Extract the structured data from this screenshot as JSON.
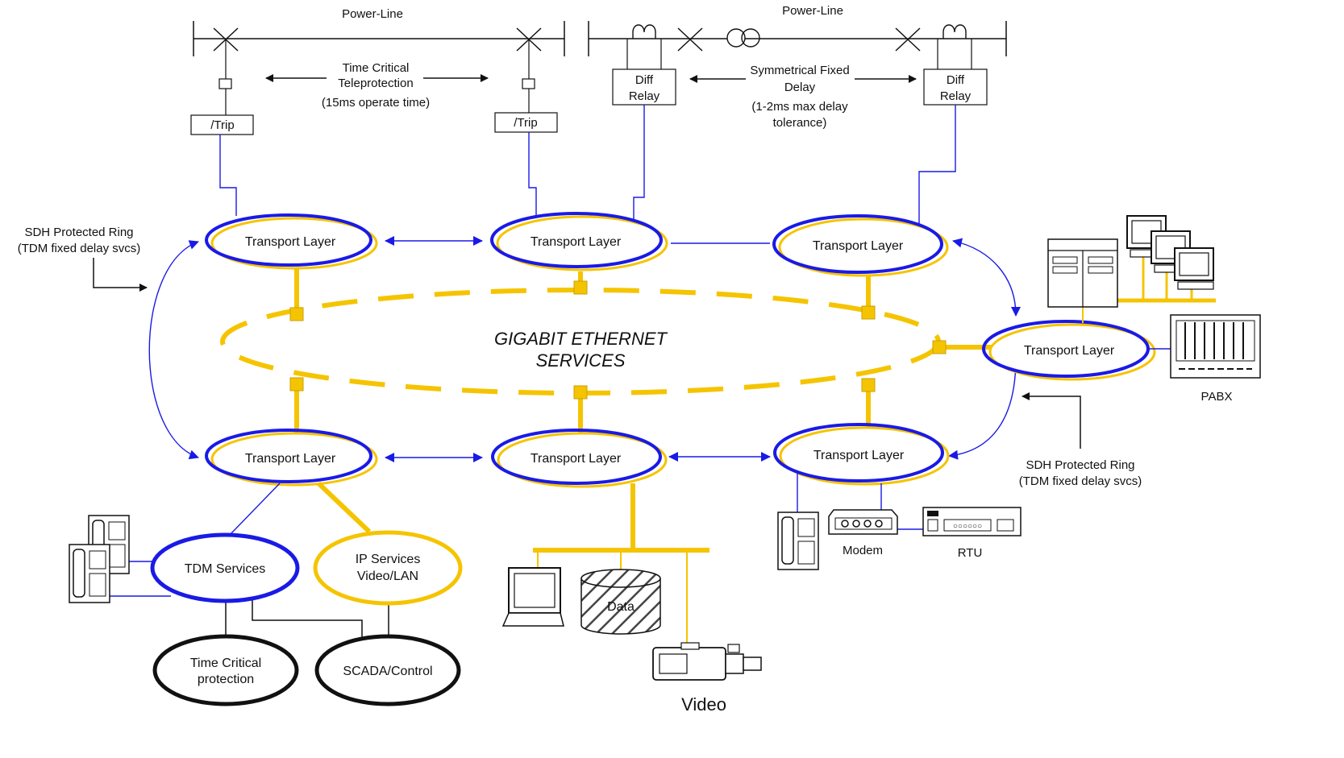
{
  "colors": {
    "blue": "#1a1ae6",
    "gold": "#f5c400",
    "black": "#111111",
    "gray": "#bfbfbf"
  },
  "power_line": {
    "left_label": "Power-Line",
    "right_label": "Power-Line"
  },
  "teleprotection": {
    "line1": "Time Critical",
    "line2": "Teleprotection",
    "line3": "(15ms operate time)",
    "trip_left": "/Trip",
    "trip_right": "/Trip"
  },
  "differential": {
    "line1": "Symmetrical Fixed",
    "line2": "Delay",
    "line3": "(1-2ms max delay",
    "line4": "tolerance)",
    "relay_left_1": "Diff",
    "relay_left_2": "Relay",
    "relay_right_1": "Diff",
    "relay_right_2": "Relay"
  },
  "transport_layers": {
    "top_left": "Transport Layer",
    "top_mid": "Transport Layer",
    "top_right": "Transport Layer",
    "right": "Transport Layer",
    "bottom_left": "Transport Layer",
    "bottom_mid": "Transport Layer",
    "bottom_right": "Transport Layer"
  },
  "core": {
    "line1": "GIGABIT ETHERNET",
    "line2": "SERVICES"
  },
  "sdh_left": {
    "line1": "SDH Protected Ring",
    "line2": "(TDM fixed delay svcs)"
  },
  "sdh_right": {
    "line1": "SDH Protected Ring",
    "line2": "(TDM fixed delay svcs)"
  },
  "services": {
    "tdm": "TDM Services",
    "ip_1": "IP Services",
    "ip_2": "Video/LAN",
    "time_critical_1": "Time Critical",
    "time_critical_2": "protection",
    "scada": "SCADA/Control"
  },
  "devices": {
    "pabx": "PABX",
    "modem": "Modem",
    "rtu": "RTU",
    "data": "Data",
    "video": "Video"
  }
}
